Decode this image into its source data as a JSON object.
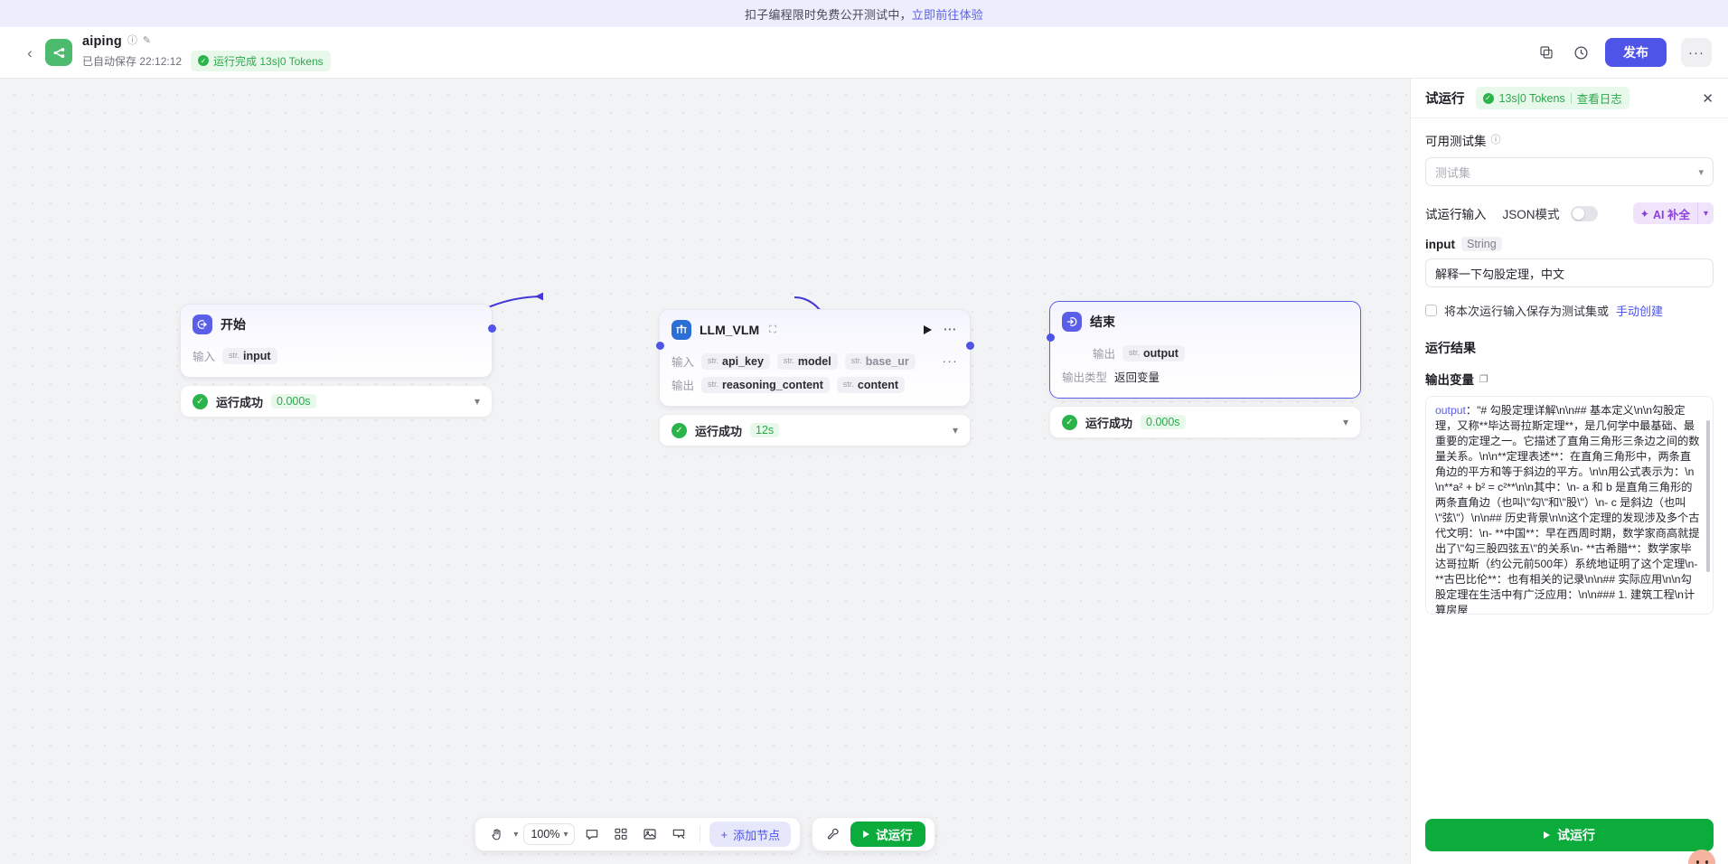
{
  "promo": {
    "text": "扣子编程限时免费公开测试中，",
    "link": "立即前往体验"
  },
  "header": {
    "back_icon": "chevron-left-icon",
    "app_name": "aiping",
    "info_icon": "info-icon",
    "edit_icon": "edit-icon",
    "autosave": "已自动保存 22:12:12",
    "run_status": "运行完成 13s|0 Tokens",
    "duplicate_icon": "duplicate-icon",
    "history_icon": "history-icon",
    "publish_label": "发布",
    "more_label": "···"
  },
  "canvas": {
    "nodes": [
      {
        "id": "start",
        "icon": "start-icon",
        "title": "开始",
        "rows": [
          {
            "label": "输入",
            "chips": [
              {
                "type": "str.",
                "name": "input"
              }
            ]
          }
        ],
        "status": {
          "icon": "check-circle-icon",
          "text": "运行成功",
          "duration": "0.000s",
          "chevron": "chevron-down-icon"
        }
      },
      {
        "id": "llm",
        "icon": "llm-icon",
        "title": "LLM_VLM",
        "sub_icon": "store-icon",
        "play_icon": "play-icon",
        "more_icon": "more-dots-icon",
        "rows": [
          {
            "label": "输入",
            "chips": [
              {
                "type": "str.",
                "name": "api_key"
              },
              {
                "type": "str.",
                "name": "model"
              },
              {
                "type": "str.",
                "name": "base_ur"
              }
            ],
            "overflow": "···"
          },
          {
            "label": "输出",
            "chips": [
              {
                "type": "str.",
                "name": "reasoning_content"
              },
              {
                "type": "str.",
                "name": "content"
              }
            ]
          }
        ],
        "status": {
          "icon": "check-circle-icon",
          "text": "运行成功",
          "duration": "12s",
          "chevron": "chevron-down-icon"
        }
      },
      {
        "id": "end",
        "icon": "end-icon",
        "title": "结束",
        "rows": [
          {
            "label": "输出",
            "chips": [
              {
                "type": "str.",
                "name": "output"
              }
            ]
          },
          {
            "label": "输出类型",
            "plain": "返回变量"
          }
        ],
        "status": {
          "icon": "check-circle-icon",
          "text": "运行成功",
          "duration": "0.000s",
          "chevron": "chevron-down-icon"
        }
      }
    ]
  },
  "toolbar": {
    "cursor_icon": "cursor-hand-icon",
    "zoom_level": "100%",
    "comment_icon": "comment-icon",
    "layout_icon": "layout-grid-icon",
    "image_icon": "image-icon",
    "note_icon": "note-icon",
    "add_node_label": "添加节点",
    "add_node_plus": "+",
    "wrench_icon": "wrench-icon",
    "try_run_label": "试运行"
  },
  "panel": {
    "title": "试运行",
    "token_pill": "13s|0 Tokens",
    "view_logs": "查看日志",
    "close_icon": "close-icon",
    "dataset_label": "可用测试集",
    "dataset_info_icon": "info-icon",
    "dataset_placeholder": "测试集",
    "input_section_label": "试运行输入",
    "json_mode_label": "JSON模式",
    "ai_complete_label": "AI 补全",
    "ai_sparkle_icon": "sparkle-icon",
    "var_name": "input",
    "var_type": "String",
    "input_value": "解释一下勾股定理，中文",
    "save_checkbox_text": "将本次运行输入保存为测试集或",
    "save_link": "手动创建",
    "result_title": "运行结果",
    "output_var_title": "输出变量",
    "copy_icon": "copy-icon",
    "output_key": "output",
    "output_value": "\"# 勾股定理详解\\n\\n## 基本定义\\n\\n勾股定理，又称**毕达哥拉斯定理**，是几何学中最基础、最重要的定理之一。它描述了直角三角形三条边之间的数量关系。\\n\\n**定理表述**：在直角三角形中，两条直角边的平方和等于斜边的平方。\\n\\n用公式表示为：\\n\\n**a² + b² = c²**\\n\\n其中：\\n- a 和 b 是直角三角形的两条直角边（也叫\\\"勾\\\"和\\\"股\\\"）\\n- c 是斜边（也叫\\\"弦\\\"）\\n\\n## 历史背景\\n\\n这个定理的发现涉及多个古代文明：\\n- **中国**：早在西周时期，数学家商高就提出了\\\"勾三股四弦五\\\"的关系\\n- **古希腊**：数学家毕达哥拉斯（约公元前500年）系统地证明了这个定理\\n- **古巴比伦**：也有相关的记录\\n\\n## 实际应用\\n\\n勾股定理在生活中有广泛应用：\\n\\n### 1. 建筑工程\\n计算房屋",
    "run_button_label": "试运行"
  },
  "colors": {
    "brand": "#4e54e8",
    "success": "#2cb34a",
    "run_green": "#0bab3c",
    "canvas_bg": "#f2f3f5"
  }
}
